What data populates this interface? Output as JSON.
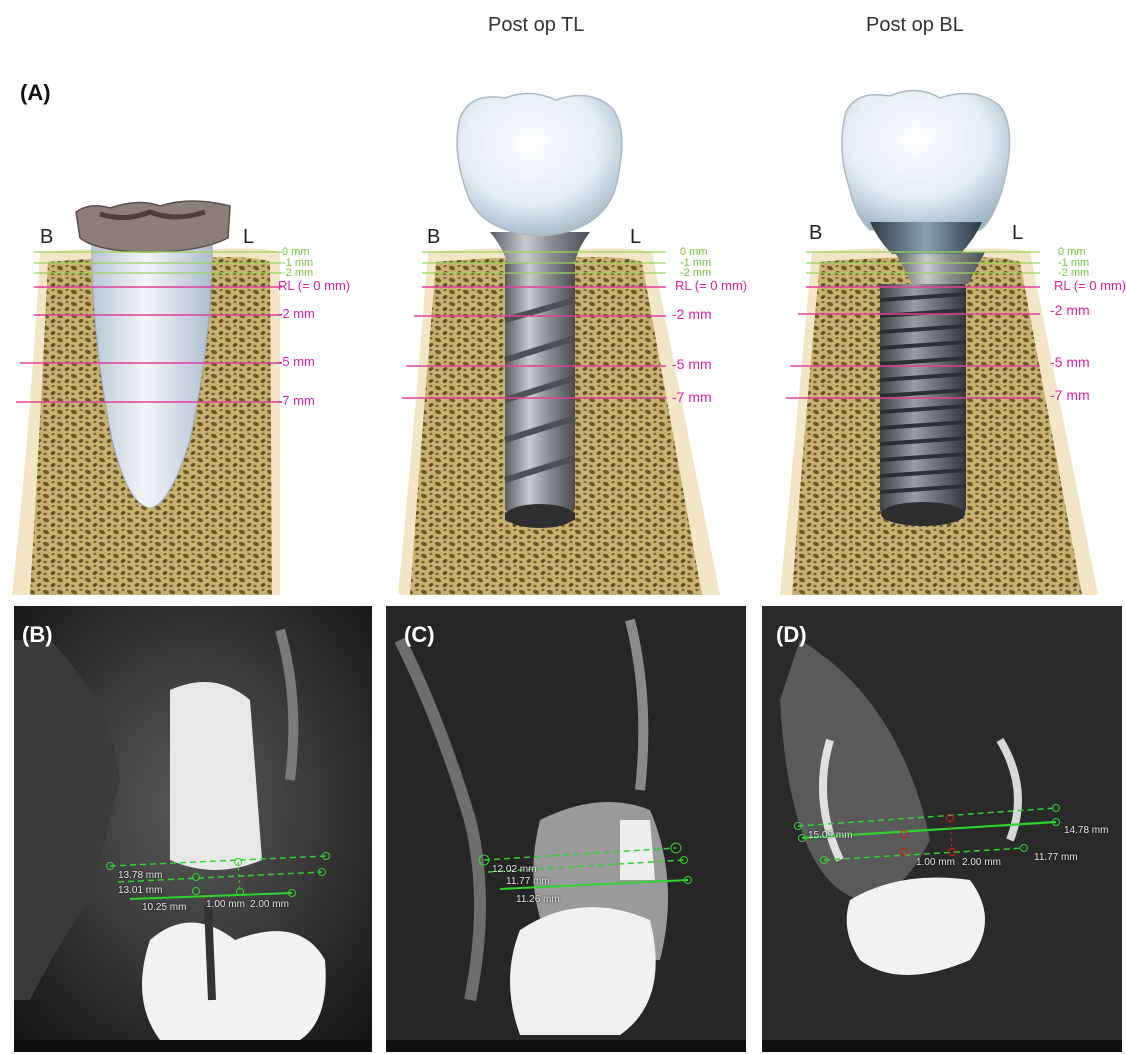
{
  "titles": {
    "col2": "Post op TL",
    "col3": "Post op BL"
  },
  "panels": {
    "a": "(A)",
    "b": "(B)",
    "c": "(C)",
    "d": "(D)"
  },
  "sides": {
    "buccal": "B",
    "lingual": "L"
  },
  "levels": {
    "g0": "0 mm",
    "g1": "-1 mm",
    "g2": "-2 mm",
    "rl": "RL (= 0 mm)",
    "m2": "-2 mm",
    "m5": "-5 mm",
    "m7": "-7 mm"
  },
  "measurements": {
    "b": [
      "13.78 mm",
      "13.01 mm",
      "10.25 mm",
      "1.00 mm",
      "2.00 mm"
    ],
    "c": [
      "12.02 mm",
      "11.77 mm",
      "11.26 mm"
    ],
    "d": [
      "15.09 mm",
      "14.78 mm",
      "1.00 mm",
      "2.00 mm",
      "11.77 mm"
    ]
  },
  "colors": {
    "bone": "#c8b475",
    "gingiva": "#f3e6c6",
    "green_line": "#7fcf3c",
    "pink_line": "#e0409a",
    "xray_overlay": "#2fd42f"
  }
}
